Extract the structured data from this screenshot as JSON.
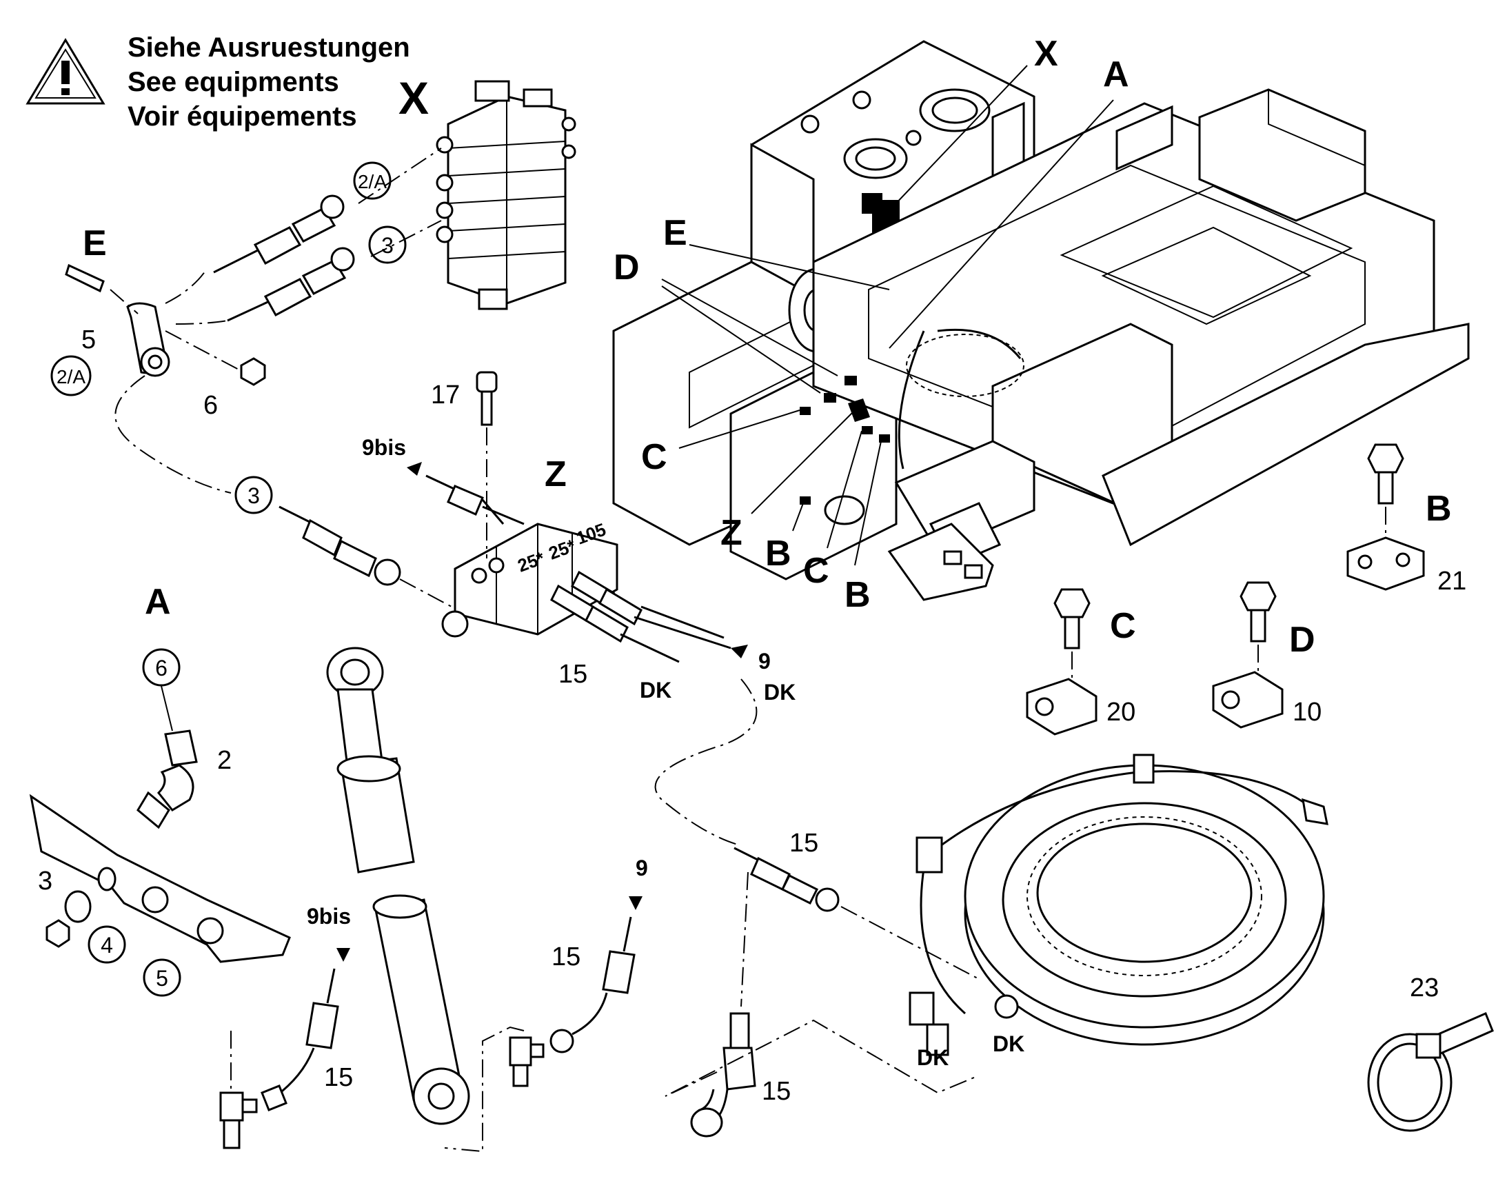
{
  "warning": {
    "lines": [
      "Siehe Ausruestungen",
      "See equipments",
      "Voir équipements"
    ],
    "ref": "X"
  },
  "letters": {
    "x_top": "X",
    "a_top": "A",
    "e_left": "E",
    "e_mid": "E",
    "d_mid": "D",
    "c_mid": "C",
    "z_mid": "Z",
    "b_mid1": "B",
    "c_mid2": "C",
    "b_mid2": "B",
    "z_block": "Z",
    "a_detail": "A",
    "b_right": "B",
    "c_right": "C",
    "d_right": "D"
  },
  "circled": {
    "c2a_top": "2/A",
    "c3_top": "3",
    "c2a_left": "2/A",
    "c3_mid": "3",
    "c6": "6",
    "c4": "4",
    "c5": "5"
  },
  "numbers": {
    "n5": "5",
    "n6": "6",
    "n17": "17",
    "n15_block": "15",
    "n2": "2",
    "n3": "3",
    "n21": "21",
    "n20": "20",
    "n10": "10",
    "n15_a": "15",
    "n15_b": "15",
    "n15_c": "15",
    "n15_d": "15",
    "n23": "23",
    "n9_top": "9",
    "n9_low": "9"
  },
  "tags": {
    "bis_top": "9bis",
    "bis_low": "9bis",
    "dk1": "DK",
    "dk2": "DK",
    "dk3": "DK",
    "dk4": "DK"
  },
  "block_marks": [
    "25*",
    "25*",
    "105"
  ],
  "colors": {
    "ink": "#000000",
    "paper": "#ffffff"
  }
}
